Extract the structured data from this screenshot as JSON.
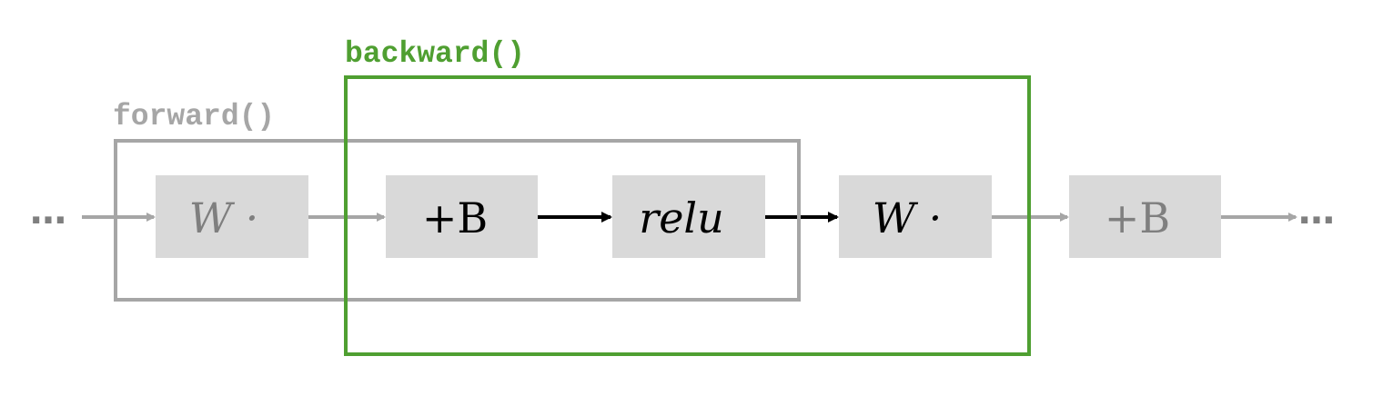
{
  "groups": {
    "forward": {
      "label": "forward()",
      "color": "#a6a6a6"
    },
    "backward": {
      "label": "backward()",
      "color": "#4f9f31"
    }
  },
  "ellipsis_left": "…",
  "ellipsis_right": "…",
  "nodes": {
    "w1": {
      "label": "W ·",
      "active": false
    },
    "b1": {
      "label": "+B",
      "active": true
    },
    "relu": {
      "label": "relu",
      "active": true
    },
    "w2": {
      "label": "W ·",
      "active": true
    },
    "b2": {
      "label": "+B",
      "active": false
    }
  },
  "colors": {
    "box_fill": "#d9d9d9",
    "active_text": "#000000",
    "inactive_text": "#7f7f7f",
    "active_arrow": "#000000",
    "inactive_arrow": "#a6a6a6",
    "ellipsis": "#7f7f7f"
  }
}
